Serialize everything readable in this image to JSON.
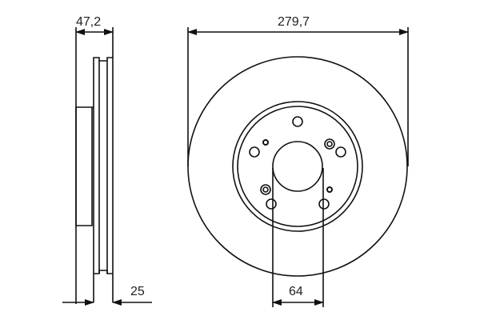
{
  "diagram": {
    "type": "technical-drawing",
    "subject": "brake-disc",
    "line_color": "#111111",
    "background": "#ffffff",
    "dimensions": {
      "overall_height": "47,2",
      "outer_diameter": "279,7",
      "thickness": "25",
      "center_bore": "64"
    },
    "views": [
      "side-section-view",
      "front-view"
    ]
  }
}
